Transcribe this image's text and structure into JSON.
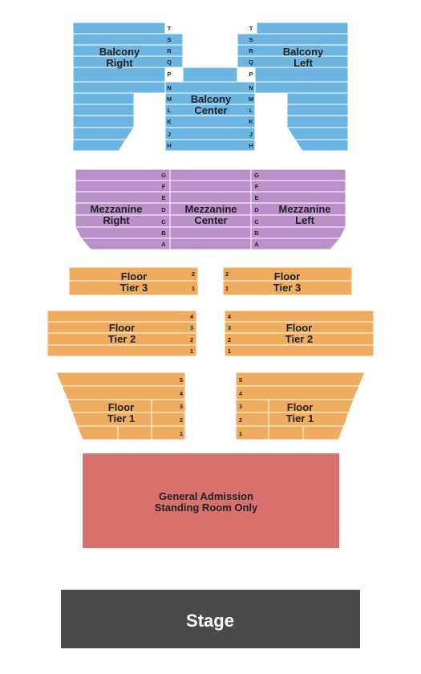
{
  "balcony": {
    "right": {
      "line1": "Balcony",
      "line2": "Right",
      "color": "#6cb5e2"
    },
    "center": {
      "line1": "Balcony",
      "line2": "Center",
      "color": "#6cb5e2"
    },
    "left": {
      "line1": "Balcony",
      "line2": "Left",
      "color": "#6cb5e2"
    },
    "rows": [
      "T",
      "S",
      "R",
      "Q",
      "P",
      "N",
      "M",
      "L",
      "K",
      "J",
      "H"
    ]
  },
  "mezzanine": {
    "right": {
      "line1": "Mezzanine",
      "line2": "Right"
    },
    "center": {
      "line1": "Mezzanine",
      "line2": "Center"
    },
    "left": {
      "line1": "Mezzanine",
      "line2": "Left"
    },
    "color": "#bb8fc9",
    "rows": [
      "G",
      "F",
      "E",
      "D",
      "C",
      "B",
      "A"
    ]
  },
  "floor_tier3": {
    "left": {
      "line1": "Floor",
      "line2": "Tier 3"
    },
    "right": {
      "line1": "Floor",
      "line2": "Tier 3"
    },
    "rows": [
      "2",
      "1"
    ],
    "color": "#f0ac5e"
  },
  "floor_tier2": {
    "left": {
      "line1": "Floor",
      "line2": "Tier 2"
    },
    "right": {
      "line1": "Floor",
      "line2": "Tier 2"
    },
    "rows": [
      "4",
      "3",
      "2",
      "1"
    ],
    "color": "#f0ac5e"
  },
  "floor_tier1": {
    "left": {
      "line1": "Floor",
      "line2": "Tier 1"
    },
    "right": {
      "line1": "Floor",
      "line2": "Tier 1"
    },
    "rows": [
      "5",
      "4",
      "3",
      "2",
      "1"
    ],
    "color": "#f0ac5e"
  },
  "general_admission": {
    "line1": "General Admission",
    "line2": "Standing Room Only",
    "color": "#d9706e"
  },
  "stage": {
    "label": "Stage",
    "color": "#4a4a4a"
  }
}
